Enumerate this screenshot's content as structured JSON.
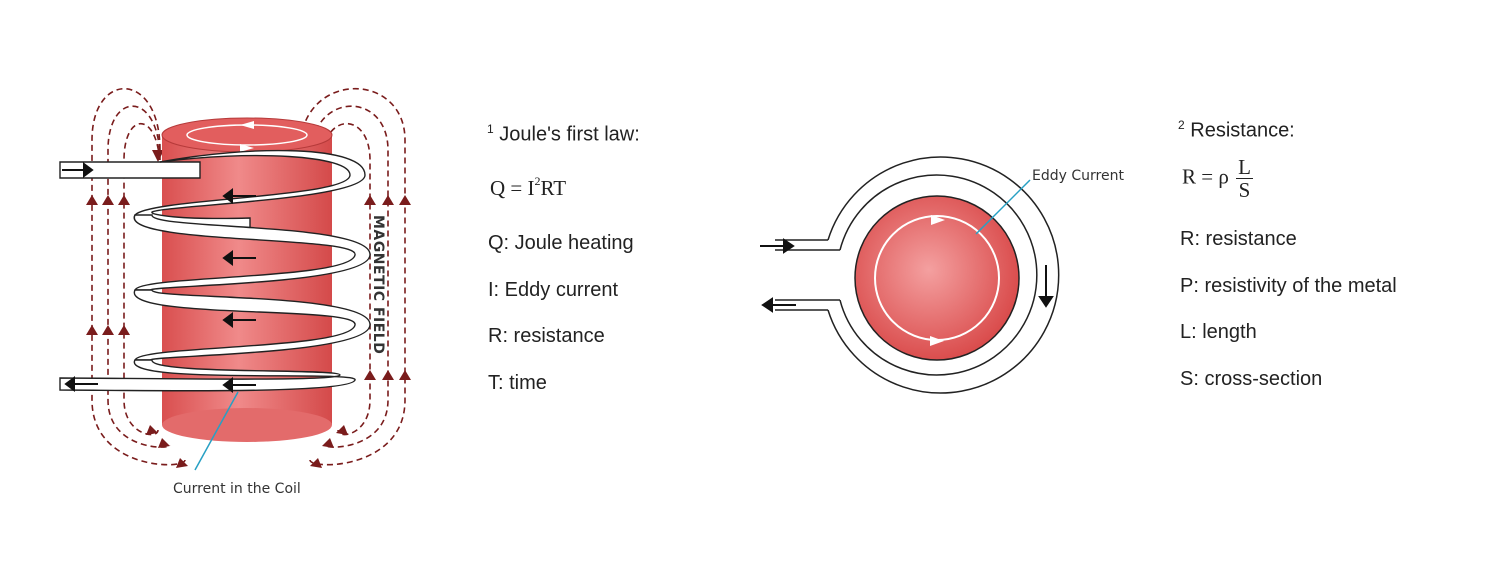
{
  "colors": {
    "rod": "#e45f5f",
    "rod_dark": "#b63a3a",
    "field_line": "#7a1c1c",
    "leader": "#27a0c4",
    "coil": "#ffffff",
    "outline": "#222222"
  },
  "coil_diagram": {
    "field_label": "MAGNETIC FIELD",
    "coil_label": "Current in the Coil"
  },
  "eddy_diagram": {
    "label": "Eddy Current"
  },
  "joule": {
    "note": "1",
    "heading": "Joule's first law:",
    "formula": {
      "lhs": "Q",
      "eq": "=",
      "current": "I",
      "exponent": "2",
      "rest": "RT"
    },
    "definitions": [
      "Q: Joule heating",
      "I: Eddy current",
      "R: resistance",
      "T: time"
    ]
  },
  "resistance": {
    "note": "2",
    "heading": "Resistance:",
    "formula": {
      "lhs": "R",
      "eq": "=",
      "rho": "ρ",
      "numerator": "L",
      "denominator": "S"
    },
    "definitions": [
      "R: resistance",
      "P: resistivity of the metal",
      "L: length",
      "S: cross-section"
    ]
  }
}
